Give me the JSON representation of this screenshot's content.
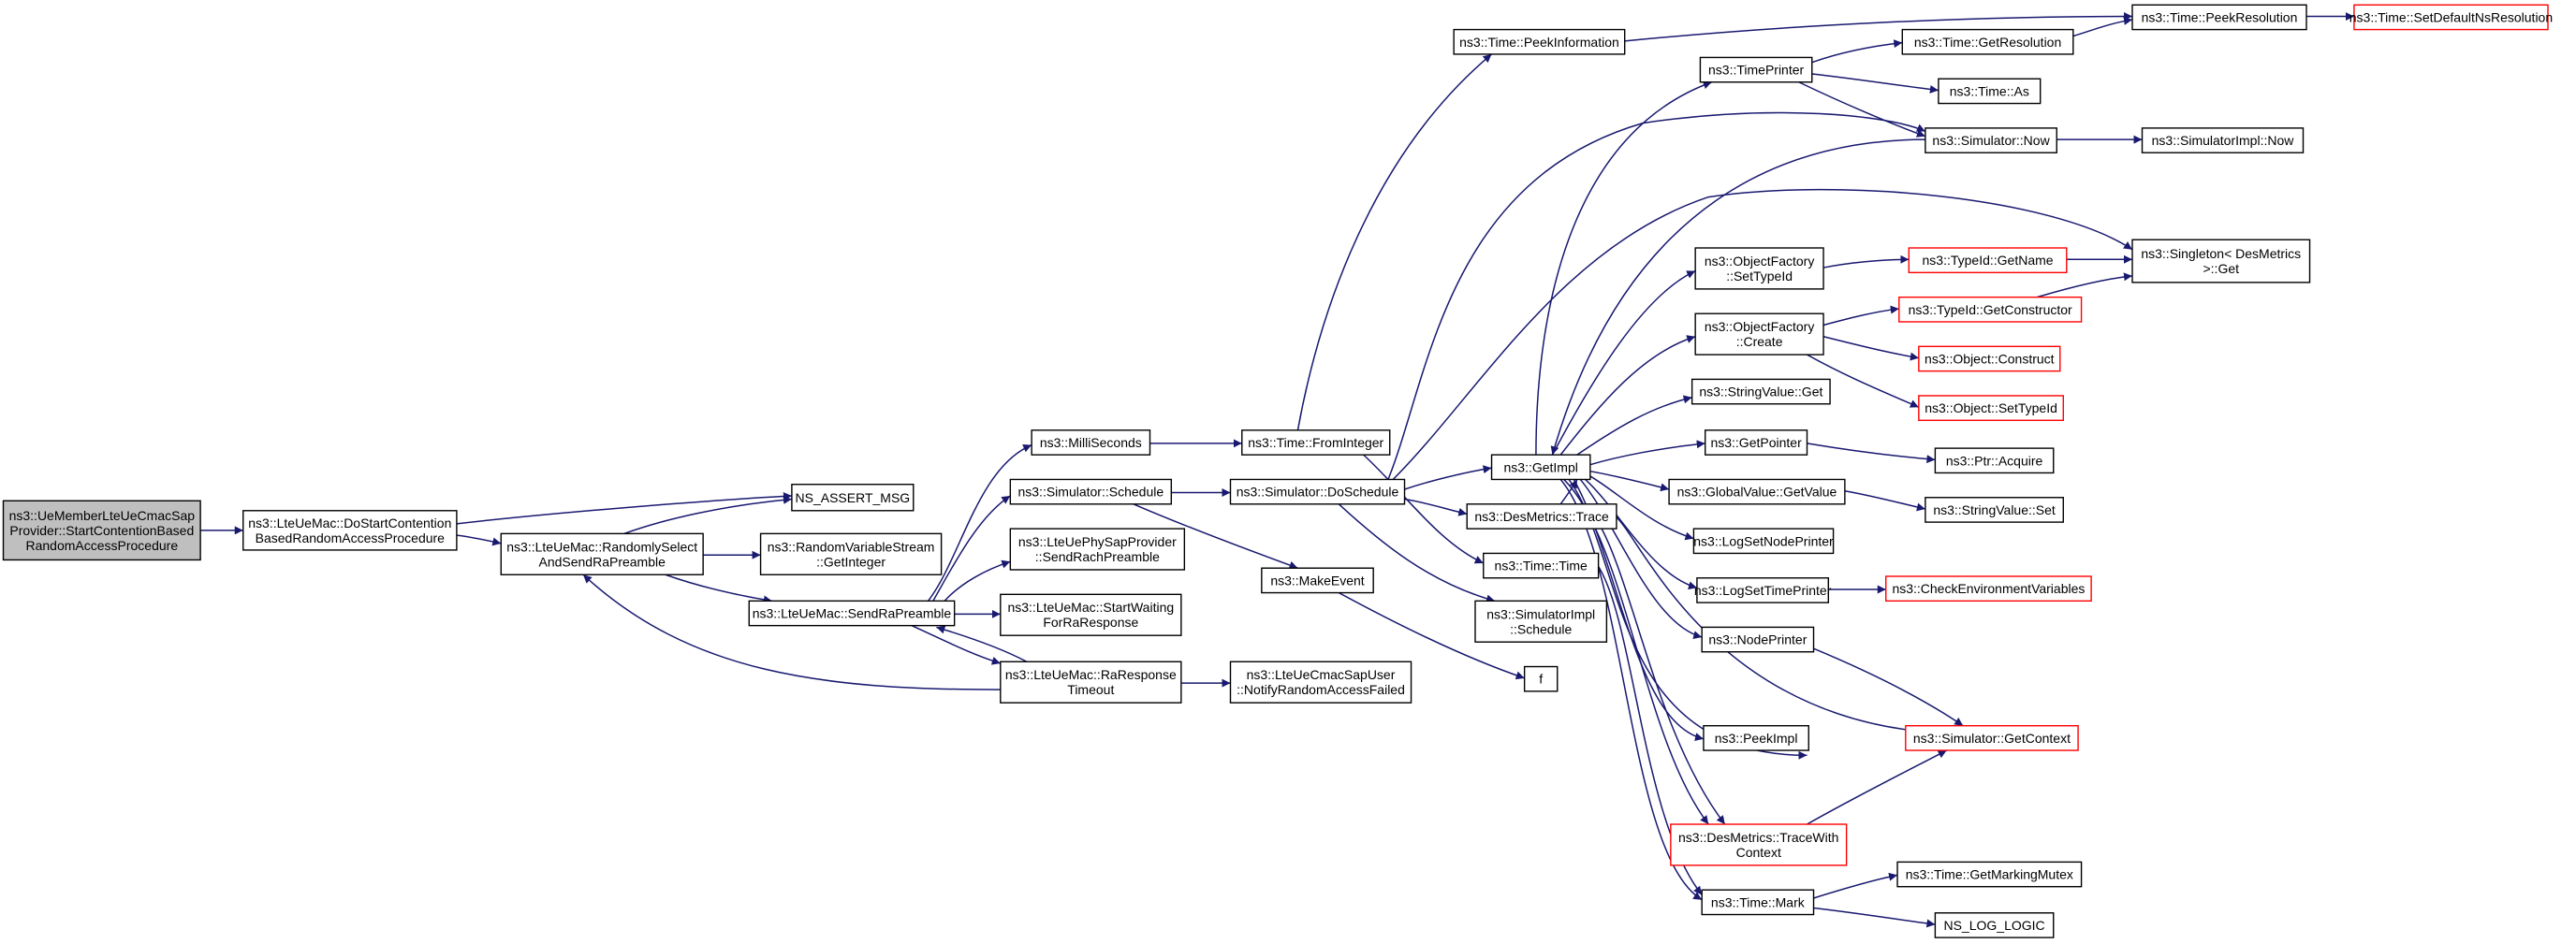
{
  "diagram": {
    "nodes": {
      "root": "ns3::UeMemberLteUeCmacSap\nProvider::StartContentionBased\nRandomAccessProcedure",
      "doStart": "ns3::LteUeMac::DoStartContention\nBasedRandomAccessProcedure",
      "nsAssert": "NS_ASSERT_MSG",
      "randomlySelect": "ns3::LteUeMac::RandomlySelect\nAndSendRaPreamble",
      "rvsGetInteger": "ns3::RandomVariableStream\n::GetInteger",
      "sendRaPreamble": "ns3::LteUeMac::SendRaPreamble",
      "milliSeconds": "ns3::MilliSeconds",
      "simSchedule": "ns3::Simulator::Schedule",
      "sendRachPreamble": "ns3::LteUePhySapProvider\n::SendRachPreamble",
      "startWaiting": "ns3::LteUeMac::StartWaiting\nForRaResponse",
      "raResponseTimeout": "ns3::LteUeMac::RaResponse\nTimeout",
      "notifyFailed": "ns3::LteUeCmacSapUser\n::NotifyRandomAccessFailed",
      "fromInteger": "ns3::Time::FromInteger",
      "doSchedule": "ns3::Simulator::DoSchedule",
      "makeEvent": "ns3::MakeEvent",
      "f": "f",
      "peekInformation": "ns3::Time::PeekInformation",
      "getImpl": "ns3::GetImpl",
      "desTrace": "ns3::DesMetrics::Trace",
      "timeTime": "ns3::Time::Time",
      "simImplSchedule": "ns3::SimulatorImpl\n::Schedule",
      "timePrinter": "ns3::TimePrinter",
      "ofSetTypeId": "ns3::ObjectFactory\n::SetTypeId",
      "ofCreate": "ns3::ObjectFactory\n::Create",
      "stringValueGet": "ns3::StringValue::Get",
      "getPointer": "ns3::GetPointer",
      "globalValueGet": "ns3::GlobalValue::GetValue",
      "logSetNode": "ns3::LogSetNodePrinter",
      "logSetTime": "ns3::LogSetTimePrinter",
      "nodePrinter": "ns3::NodePrinter",
      "peekImpl": "ns3::PeekImpl",
      "traceWithContext": "ns3::DesMetrics::TraceWith\nContext",
      "timeMark": "ns3::Time::Mark",
      "getResolution": "ns3::Time::GetResolution",
      "timeAs": "ns3::Time::As",
      "simNow": "ns3::Simulator::Now",
      "typeIdGetName": "ns3::TypeId::GetName",
      "typeIdGetConstructor": "ns3::TypeId::GetConstructor",
      "objectConstruct": "ns3::Object::Construct",
      "objectSetTypeId": "ns3::Object::SetTypeId",
      "ptrAcquire": "ns3::Ptr::Acquire",
      "stringValueSet": "ns3::StringValue::Set",
      "checkEnv": "ns3::CheckEnvironmentVariables",
      "simGetContext": "ns3::Simulator::GetContext",
      "getMarkingMutex": "ns3::Time::GetMarkingMutex",
      "nsLogLogic": "NS_LOG_LOGIC",
      "peekResolution": "ns3::Time::PeekResolution",
      "simImplNow": "ns3::SimulatorImpl::Now",
      "singletonGet": "ns3::Singleton< DesMetrics\n >::Get",
      "setDefaultNsResolution": "ns3::Time::SetDefaultNsResolution"
    },
    "colors": {
      "edge": "#191970",
      "node_border": "#000000",
      "truncated_border": "#ff0000",
      "root_fill": "#bfbfbf"
    }
  }
}
